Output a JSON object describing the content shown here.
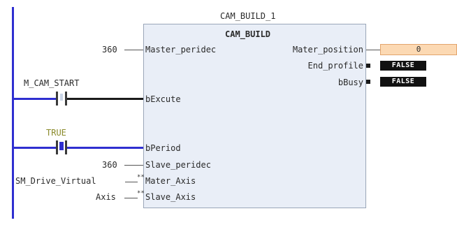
{
  "block": {
    "instance_name": "CAM_BUILD_1",
    "type_name": "CAM_BUILD",
    "inputs": {
      "master_peridec": "Master_peridec",
      "bexcute": "bExcute",
      "bperiod": "bPeriod",
      "slave_peridec": "Slave_peridec",
      "mater_axis": "Mater_Axis",
      "slave_axis": "Slave_Axis"
    },
    "outputs": {
      "mater_position": "Mater_position",
      "end_profile": "End_profile",
      "bbusy": "bBusy"
    }
  },
  "input_values": {
    "master_peridec": "360",
    "slave_peridec": "360",
    "mater_axis": "SM_Drive_Virtual",
    "slave_axis": "Axis"
  },
  "ref_marker": "**",
  "contacts": {
    "m_cam_start": {
      "label": "M_CAM_START",
      "state": "off"
    },
    "true_contact": {
      "label": "TRUE",
      "state": "on",
      "label_color": "#8a8a2a"
    }
  },
  "output_values": {
    "mater_position": "0",
    "end_profile": "FALSE",
    "bbusy": "FALSE"
  },
  "colors": {
    "rail": "#2f2fd0",
    "block_bg": "#e9eef7",
    "output_value_bg": "#fcd9b3",
    "bool_value_bg": "#111111"
  }
}
